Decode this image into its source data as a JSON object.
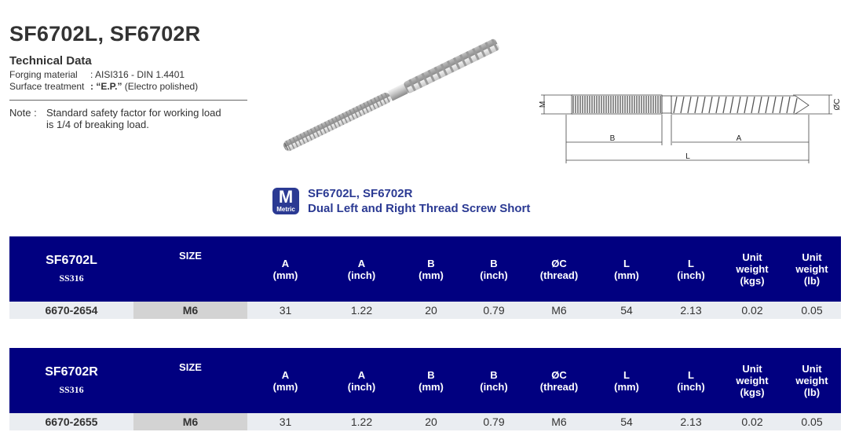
{
  "page_title": "SF6702L, SF6702R",
  "technical_data": {
    "heading": "Technical Data",
    "specs": [
      {
        "label": "Forging material",
        "value": ": AISI316 - DIN 1.4401"
      },
      {
        "label": "Surface treatment",
        "value_bold": ": “E.P.”",
        "value_rest": " (Electro polished)"
      }
    ]
  },
  "note": {
    "label": "Note :",
    "line1": "Standard safety factor for working load",
    "line2": "is 1/4 of breaking load."
  },
  "drawing": {
    "labels": {
      "M": "M",
      "C": "ØC",
      "A": "A",
      "B": "B",
      "L": "L"
    }
  },
  "product_header": {
    "badge_letter": "M",
    "badge_text": "Metric",
    "line1": "SF6702L, SF6702R",
    "line2": "Dual Left and Right Thread Screw Short"
  },
  "colors": {
    "table_header_bg": "#010080",
    "row_bg": "#eaedf1",
    "size_cell_bg": "#d3d3d3",
    "product_title": "#2b3a93"
  },
  "tables": [
    {
      "code": "SF6702L",
      "material": "SS316",
      "headers": [
        "SIZE",
        "A\n(mm)",
        "A\n(inch)",
        "B\n(mm)",
        "B\n(inch)",
        "ØC\n(thread)",
        "L\n(mm)",
        "L\n(inch)",
        "Unit\nweight\n(kgs)",
        "Unit\nweight\n(lb)"
      ],
      "rows": [
        [
          "6670-2654",
          "M6",
          "31",
          "1.22",
          "20",
          "0.79",
          "M6",
          "54",
          "2.13",
          "0.02",
          "0.05"
        ]
      ]
    },
    {
      "code": "SF6702R",
      "material": "SS316",
      "headers": [
        "SIZE",
        "A\n(mm)",
        "A\n(inch)",
        "B\n(mm)",
        "B\n(inch)",
        "ØC\n(thread)",
        "L\n(mm)",
        "L\n(inch)",
        "Unit\nweight\n(kgs)",
        "Unit\nweight\n(lb)"
      ],
      "rows": [
        [
          "6670-2655",
          "M6",
          "31",
          "1.22",
          "20",
          "0.79",
          "M6",
          "54",
          "2.13",
          "0.02",
          "0.05"
        ]
      ]
    }
  ]
}
